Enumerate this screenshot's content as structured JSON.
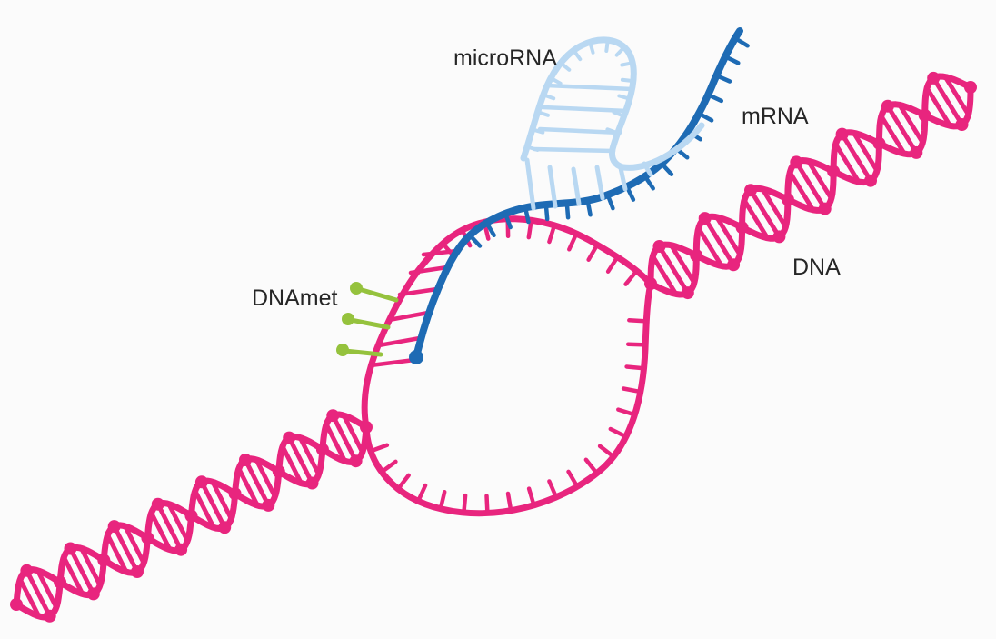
{
  "figure": {
    "background": "#FBFBFB",
    "labels": {
      "microRNA": "microRNA",
      "mRNA": "mRNA",
      "DNA": "DNA",
      "DNAmet": "DNAmet"
    },
    "colors": {
      "dna": "#E8257E",
      "mrna": "#1E6BB4",
      "microrna": "#B9D8F2",
      "methyl": "#95C23D",
      "text": "#262626"
    }
  }
}
